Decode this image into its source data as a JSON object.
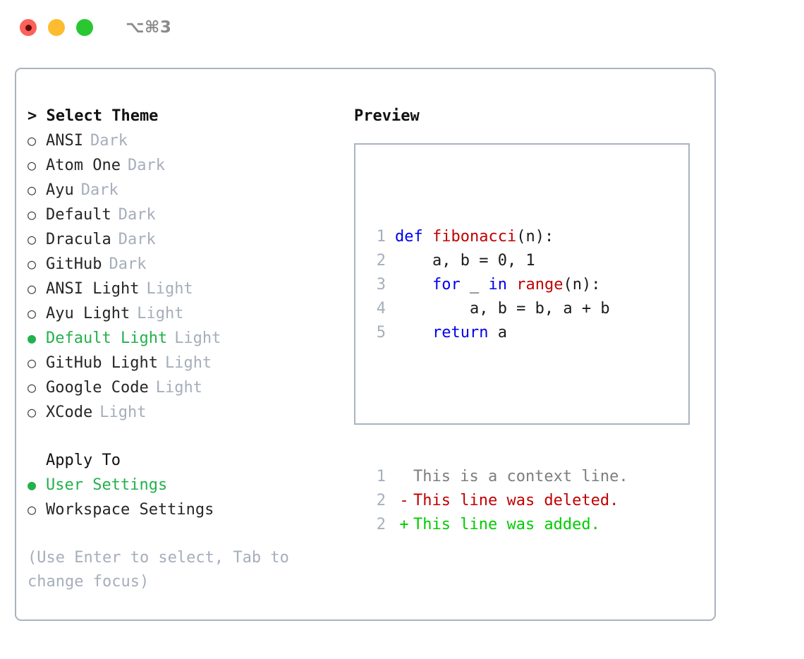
{
  "window": {
    "title": "⌥⌘3",
    "controls": [
      {
        "name": "close-button",
        "color": "#fc6058"
      },
      {
        "name": "minimize-button",
        "color": "#fdbc2f"
      },
      {
        "name": "maximize-button",
        "color": "#29c732"
      }
    ]
  },
  "theme_picker": {
    "heading": "> Select Theme",
    "themes": [
      {
        "marker": "○",
        "label": "ANSI",
        "badge": "Dark",
        "selected": false
      },
      {
        "marker": "○",
        "label": "Atom One",
        "badge": "Dark",
        "selected": false
      },
      {
        "marker": "○",
        "label": "Ayu",
        "badge": "Dark",
        "selected": false
      },
      {
        "marker": "○",
        "label": "Default",
        "badge": "Dark",
        "selected": false
      },
      {
        "marker": "○",
        "label": "Dracula",
        "badge": "Dark",
        "selected": false
      },
      {
        "marker": "○",
        "label": "GitHub",
        "badge": "Dark",
        "selected": false
      },
      {
        "marker": "○",
        "label": "ANSI Light",
        "badge": "Light",
        "selected": false
      },
      {
        "marker": "○",
        "label": "Ayu Light",
        "badge": "Light",
        "selected": false
      },
      {
        "marker": "●",
        "label": "Default Light",
        "badge": "Light",
        "selected": true
      },
      {
        "marker": "○",
        "label": "GitHub Light",
        "badge": "Light",
        "selected": false
      },
      {
        "marker": "○",
        "label": "Google Code",
        "badge": "Light",
        "selected": false
      },
      {
        "marker": "○",
        "label": "XCode",
        "badge": "Light",
        "selected": false
      }
    ],
    "apply_to": {
      "heading": "Apply To",
      "options": [
        {
          "marker": "●",
          "label": "User Settings",
          "selected": true
        },
        {
          "marker": "○",
          "label": "Workspace Settings",
          "selected": false
        }
      ]
    },
    "hint": "(Use Enter to select, Tab to change focus)"
  },
  "preview": {
    "heading": "Preview",
    "code_lines": [
      {
        "no": "1",
        "tokens": [
          {
            "t": "def ",
            "c": "kw"
          },
          {
            "t": "fibonacci",
            "c": "fn"
          },
          {
            "t": "(n):",
            "c": "pl"
          }
        ]
      },
      {
        "no": "2",
        "tokens": [
          {
            "t": "    a, b = 0, 1",
            "c": "pl"
          }
        ]
      },
      {
        "no": "3",
        "tokens": [
          {
            "t": "    ",
            "c": "pl"
          },
          {
            "t": "for",
            "c": "kw"
          },
          {
            "t": " _ ",
            "c": "pl"
          },
          {
            "t": "in",
            "c": "kw"
          },
          {
            "t": " ",
            "c": "pl"
          },
          {
            "t": "range",
            "c": "fn"
          },
          {
            "t": "(n):",
            "c": "pl"
          }
        ]
      },
      {
        "no": "4",
        "tokens": [
          {
            "t": "        a, b = b, a + b",
            "c": "pl"
          }
        ]
      },
      {
        "no": "5",
        "tokens": [
          {
            "t": "    ",
            "c": "pl"
          },
          {
            "t": "return",
            "c": "kw"
          },
          {
            "t": " a",
            "c": "pl"
          }
        ]
      }
    ],
    "diff_lines": [
      {
        "no": "1",
        "mark": " ",
        "text": "This is a context line.",
        "kind": "diff-ctx"
      },
      {
        "no": "2",
        "mark": "-",
        "text": "This line was deleted.",
        "kind": "diff-del"
      },
      {
        "no": "2",
        "mark": "+",
        "text": "This line was added.",
        "kind": "diff-add"
      }
    ]
  },
  "colors": {
    "accent_green": "#22b14c",
    "border": "#a9b3c1",
    "muted": "#a6aebb",
    "keyword": "#0000ee",
    "function": "#c00000",
    "diff_add": "#00cc00",
    "diff_del": "#c00000"
  }
}
